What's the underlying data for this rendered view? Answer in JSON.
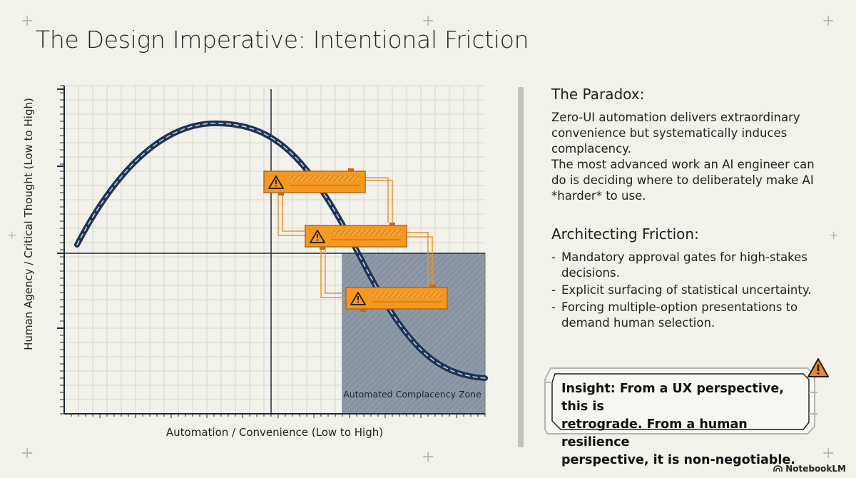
{
  "title": "The Design Imperative: Intentional Friction",
  "chart": {
    "ylabel": "Human Agency / Critical Thought (Low to High)",
    "xlabel": "Automation / Convenience (Low to High)",
    "zone_label": "Automated Complacency Zone",
    "warning_icon": "warning-triangle-icon",
    "gate_count": 3
  },
  "panel": {
    "paradox_heading": "The Paradox:",
    "paradox_lines": [
      "Zero-UI automation delivers extraordinary",
      "convenience but systematically induces",
      "complacency.",
      "The most advanced work an AI engineer can",
      "do is deciding where to deliberately make AI",
      "*harder* to use."
    ],
    "friction_heading": "Architecting Friction:",
    "bullets": [
      {
        "dash": "-",
        "lines": [
          "Mandatory approval gates for high-stakes",
          "decisions."
        ]
      },
      {
        "dash": "-",
        "lines": [
          "Explicit surfacing of statistical uncertainty."
        ]
      },
      {
        "dash": "-",
        "lines": [
          "Forcing multiple-option presentations to",
          "demand human selection."
        ]
      }
    ]
  },
  "insight": {
    "lines": [
      "Insight: From a UX perspective, this is",
      "retrograde. From a human resilience",
      "perspective, it is non-negotiable."
    ],
    "icon": "warning-triangle-icon"
  },
  "brand": "NotebookLM",
  "colors": {
    "curve": "#1e3356",
    "gate": "#f5981f",
    "zone": "#7f8a99",
    "background": "#f2f1ea"
  }
}
